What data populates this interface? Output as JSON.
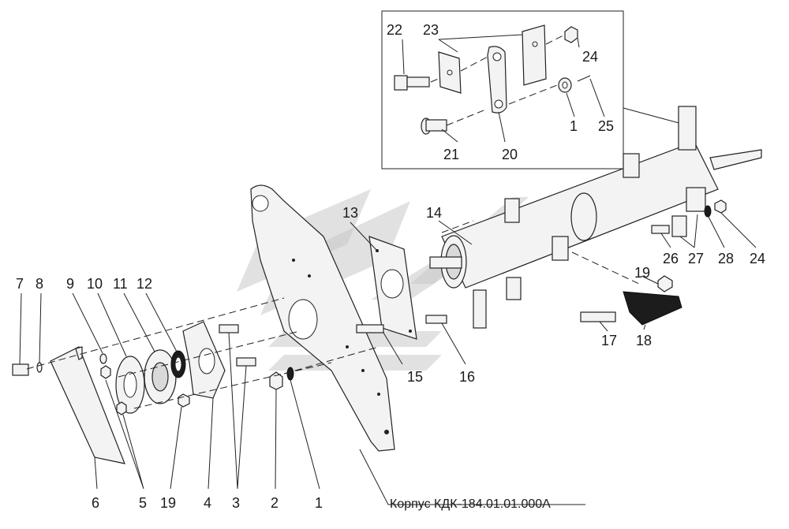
{
  "caption": "Корпус КДК-184.01.01.000А",
  "callouts": [
    {
      "id": "c7",
      "text": "7"
    },
    {
      "id": "c8",
      "text": "8"
    },
    {
      "id": "c9",
      "text": "9"
    },
    {
      "id": "c10",
      "text": "10"
    },
    {
      "id": "c11",
      "text": "11"
    },
    {
      "id": "c12",
      "text": "12"
    },
    {
      "id": "c13",
      "text": "13"
    },
    {
      "id": "c14",
      "text": "14"
    },
    {
      "id": "c15",
      "text": "15"
    },
    {
      "id": "c16",
      "text": "16"
    },
    {
      "id": "c17",
      "text": "17"
    },
    {
      "id": "c18",
      "text": "18"
    },
    {
      "id": "c19r",
      "text": "19"
    },
    {
      "id": "c19b",
      "text": "19"
    },
    {
      "id": "c6",
      "text": "6"
    },
    {
      "id": "c5",
      "text": "5"
    },
    {
      "id": "c4",
      "text": "4"
    },
    {
      "id": "c3",
      "text": "3"
    },
    {
      "id": "c2",
      "text": "2"
    },
    {
      "id": "c1b",
      "text": "1"
    },
    {
      "id": "c22",
      "text": "22"
    },
    {
      "id": "c23",
      "text": "23"
    },
    {
      "id": "c24t",
      "text": "24"
    },
    {
      "id": "c1t",
      "text": "1"
    },
    {
      "id": "c25",
      "text": "25"
    },
    {
      "id": "c21",
      "text": "21"
    },
    {
      "id": "c20",
      "text": "20"
    },
    {
      "id": "c26",
      "text": "26"
    },
    {
      "id": "c27",
      "text": "27"
    },
    {
      "id": "c28",
      "text": "28"
    },
    {
      "id": "c24r",
      "text": "24"
    }
  ]
}
